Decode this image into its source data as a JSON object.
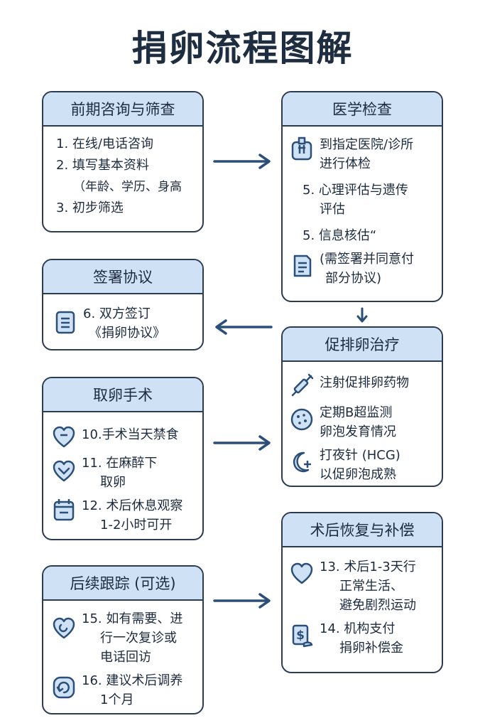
{
  "title": "捐卵流程图解",
  "colors": {
    "header_bg": "#cfe2f5",
    "border": "#2a3b52",
    "arrow": "#2c4f7a",
    "icon": "#2c4f7a"
  },
  "card1": {
    "title": "前期咨询与筛查",
    "items": [
      "1. 在线/电话咨询",
      "2. 填写基本资料",
      "（年龄、学历、身高",
      "3. 初步筛选"
    ]
  },
  "card2": {
    "title": "医学检查",
    "items": [
      {
        "icon": "hospital-icon",
        "text": "到指定医院/诊所",
        "text2": "进行体检"
      },
      {
        "icon": "",
        "text": "5. 心理评估与遗传",
        "text2": "评估"
      },
      {
        "icon": "",
        "text": "5. 信息核估“",
        "text2": ""
      },
      {
        "icon": "document-icon",
        "text": "(需签署并同意付",
        "text2": "部分协议)"
      }
    ]
  },
  "card3": {
    "title": "签署协议",
    "items": [
      {
        "icon": "document-icon",
        "text": "6. 双方签订",
        "text2": "《捐卵协议》"
      }
    ]
  },
  "card4": {
    "title": "促排卵治疗",
    "items": [
      {
        "icon": "syringe-icon",
        "text": "注射促排卵药物",
        "text2": ""
      },
      {
        "icon": "ultrasound-icon",
        "text": "定期B超监测",
        "text2": "卵泡发育情况"
      },
      {
        "icon": "moon-plus-icon",
        "text": "打夜针 (HCG)",
        "text2": "以促卵泡成熟"
      }
    ]
  },
  "card5": {
    "title": "取卵手术",
    "items": [
      {
        "icon": "heart-minus-icon",
        "text": "10.手术当天禁食",
        "text2": ""
      },
      {
        "icon": "heart-icon",
        "text": "11. 在麻醉下",
        "text2": "取卵"
      },
      {
        "icon": "calendar-icon",
        "text": "12. 术后休息观察",
        "text2": "1-2小时可开"
      }
    ]
  },
  "card6": {
    "title": "术后恢复与补偿",
    "items": [
      {
        "icon": "heart-icon",
        "text": "13. 术后1-3天行",
        "text2": "正常生活、",
        "text3": "避免剧烈运动"
      },
      {
        "icon": "dollar-icon",
        "text": "14. 机构支付",
        "text2": "捐卵补偿金",
        "text3": ""
      }
    ]
  },
  "card7": {
    "title": "后续跟踪 (可选)",
    "items": [
      {
        "icon": "heart-swirl-icon",
        "text": "15. 如有需要、进",
        "text2": "行一次复诊或",
        "text3": "电话回访"
      },
      {
        "icon": "refresh-icon",
        "text": "16. 建议术后调养",
        "text2": "1个月",
        "text3": ""
      }
    ]
  }
}
